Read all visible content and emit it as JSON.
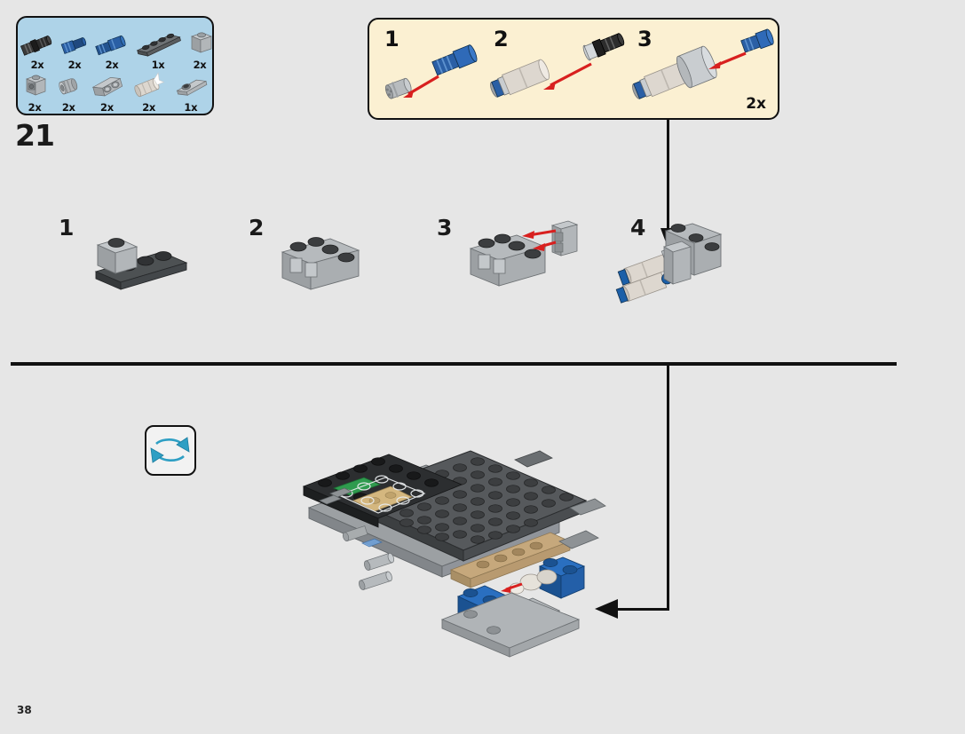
{
  "page": {
    "page_number": "38",
    "step_number": "21",
    "background_color": "#e6e6e6"
  },
  "parts_inventory": {
    "box_color": "#aed3e8",
    "border_color": "#111111",
    "row1": [
      {
        "name": "technic-axle-pin-black",
        "qty": "2x",
        "color": "#2b2b2b"
      },
      {
        "name": "technic-pin-blue-short",
        "qty": "2x",
        "color": "#2a5fa5"
      },
      {
        "name": "technic-pin-blue-long",
        "qty": "2x",
        "color": "#2a5fa5"
      },
      {
        "name": "plate-1x4-dark-gray",
        "qty": "1x",
        "color": "#5d6164"
      },
      {
        "name": "brick-1x1-light-gray",
        "qty": "2x",
        "color": "#b4b8bb"
      }
    ],
    "row2": [
      {
        "name": "brick-1x1-with-stud-side",
        "qty": "2x",
        "color": "#b4b8bb"
      },
      {
        "name": "technic-brick-round-small",
        "qty": "2x",
        "color": "#b4b8bb"
      },
      {
        "name": "technic-brick-1x2-two-holes",
        "qty": "2x",
        "color": "#b4b8bb"
      },
      {
        "name": "cylinder-white-tube",
        "qty": "2x",
        "color": "#ded8d0"
      },
      {
        "name": "plate-1x2-with-stud",
        "qty": "1x",
        "color": "#b4b8bb"
      }
    ]
  },
  "callout": {
    "background_color": "#fbf0d2",
    "border_color": "#111111",
    "multiplier": "2x",
    "steps": [
      {
        "label": "1",
        "name": "callout-step-1"
      },
      {
        "label": "2",
        "name": "callout-step-2"
      },
      {
        "label": "3",
        "name": "callout-step-3"
      }
    ]
  },
  "substeps": [
    {
      "label": "1",
      "name": "substep-1"
    },
    {
      "label": "2",
      "name": "substep-2"
    },
    {
      "label": "3",
      "name": "substep-3"
    },
    {
      "label": "4",
      "name": "substep-4"
    }
  ],
  "main_assembly": {
    "rotate_icon": {
      "name": "rotate-model-icon",
      "arrow_color": "#2e9fc4",
      "background_color": "#f2f2f2"
    },
    "model_name": "speeder-chassis-assembly",
    "colors": {
      "dark_gray": "#46494b",
      "black": "#27292b",
      "light_gray": "#a8acae",
      "blue": "#1b5fa8",
      "tan": "#c9ab7f",
      "green": "#2f9b4e",
      "red": "#cc2222",
      "white": "#e8e8e8"
    }
  },
  "connectors": {
    "callout_to_substep4": "vertical-line-with-arrow",
    "divider_to_model": "callout-line-with-arrow",
    "arrow_color": "#111111"
  }
}
